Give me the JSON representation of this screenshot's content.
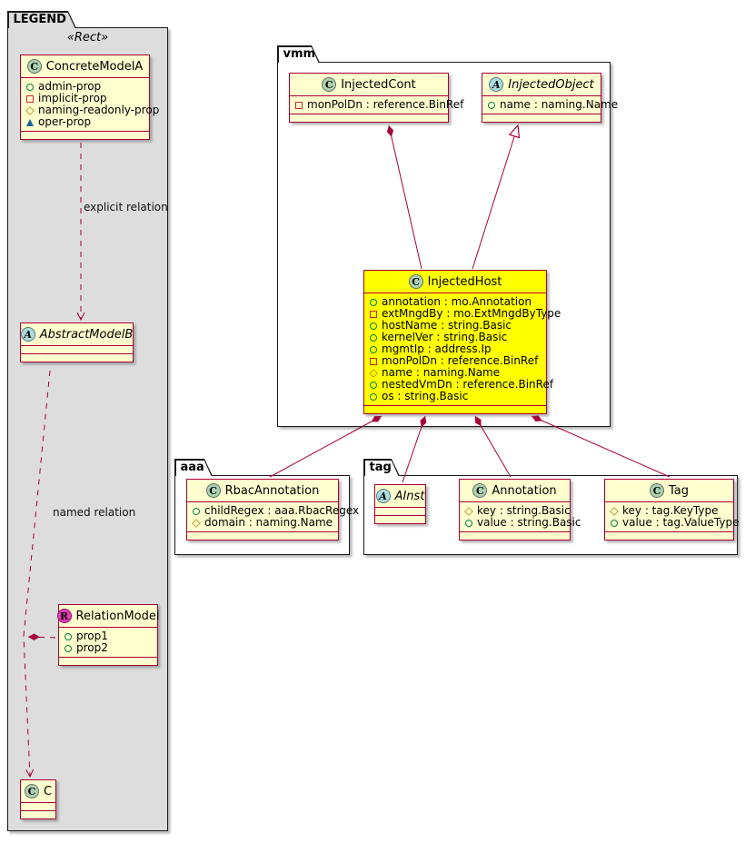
{
  "colors": {
    "edge": "#A80036",
    "classBorder": "#A80036",
    "classBg": "#FEFECE",
    "highlightBg": "#FFFF00",
    "legendBg": "#DDDDDD",
    "spotClass": "#ADD1B2",
    "spotAbstract": "#A9DCDF",
    "spotRelation": "#E83ABD",
    "iconPublic": "#038048",
    "iconPrivate": "#C82930",
    "iconProtected": "#B38D22",
    "iconPackage": "#1963A0"
  },
  "packages": {
    "legend": {
      "label": "LEGEND",
      "stereotype": "«Rect»"
    },
    "vmm": {
      "label": "vmm"
    },
    "aaa": {
      "label": "aaa"
    },
    "tag": {
      "label": "tag"
    }
  },
  "edgeLabels": {
    "explicit": "explicit relation",
    "named": "named relation"
  },
  "classes": {
    "concreteModelA": {
      "kind": "C",
      "name": "ConcreteModelA",
      "props": [
        {
          "icon": "circle",
          "text": "admin-prop"
        },
        {
          "icon": "square",
          "text": "implicit-prop"
        },
        {
          "icon": "diamond",
          "text": "naming-readonly-prop"
        },
        {
          "icon": "triangle",
          "text": "oper-prop"
        }
      ]
    },
    "abstractModelB": {
      "kind": "A",
      "name": "AbstractModelB",
      "props": []
    },
    "relationModel": {
      "kind": "R",
      "name": "RelationModel",
      "props": [
        {
          "icon": "circle",
          "text": "prop1"
        },
        {
          "icon": "circle",
          "text": "prop2"
        }
      ]
    },
    "c": {
      "kind": "C",
      "name": "C",
      "props": []
    },
    "injectedCont": {
      "kind": "C",
      "name": "InjectedCont",
      "props": [
        {
          "icon": "square",
          "text": "monPolDn : reference.BinRef"
        }
      ]
    },
    "injectedObject": {
      "kind": "A",
      "name": "InjectedObject",
      "props": [
        {
          "icon": "circle",
          "text": "name : naming.Name"
        }
      ]
    },
    "injectedHost": {
      "kind": "C",
      "name": "InjectedHost",
      "props": [
        {
          "icon": "circle",
          "text": "annotation : mo.Annotation"
        },
        {
          "icon": "square",
          "text": "extMngdBy : mo.ExtMngdByType"
        },
        {
          "icon": "circle",
          "text": "hostName : string.Basic"
        },
        {
          "icon": "circle",
          "text": "kernelVer : string.Basic"
        },
        {
          "icon": "circle",
          "text": "mgmtIp : address.Ip"
        },
        {
          "icon": "square",
          "text": "monPolDn : reference.BinRef"
        },
        {
          "icon": "diamond",
          "text": "name : naming.Name"
        },
        {
          "icon": "circle",
          "text": "nestedVmDn : reference.BinRef"
        },
        {
          "icon": "circle",
          "text": "os : string.Basic"
        }
      ]
    },
    "rbacAnnotation": {
      "kind": "C",
      "name": "RbacAnnotation",
      "props": [
        {
          "icon": "circle",
          "text": "childRegex : aaa.RbacRegex"
        },
        {
          "icon": "diamond",
          "text": "domain : naming.Name"
        }
      ]
    },
    "aInst": {
      "kind": "A",
      "name": "AInst",
      "props": []
    },
    "annotation": {
      "kind": "C",
      "name": "Annotation",
      "props": [
        {
          "icon": "diamond",
          "text": "key : string.Basic"
        },
        {
          "icon": "circle",
          "text": "value : string.Basic"
        }
      ]
    },
    "tag": {
      "kind": "C",
      "name": "Tag",
      "props": [
        {
          "icon": "diamond",
          "text": "key : tag.KeyType"
        },
        {
          "icon": "circle",
          "text": "value : tag.ValueType"
        }
      ]
    }
  }
}
